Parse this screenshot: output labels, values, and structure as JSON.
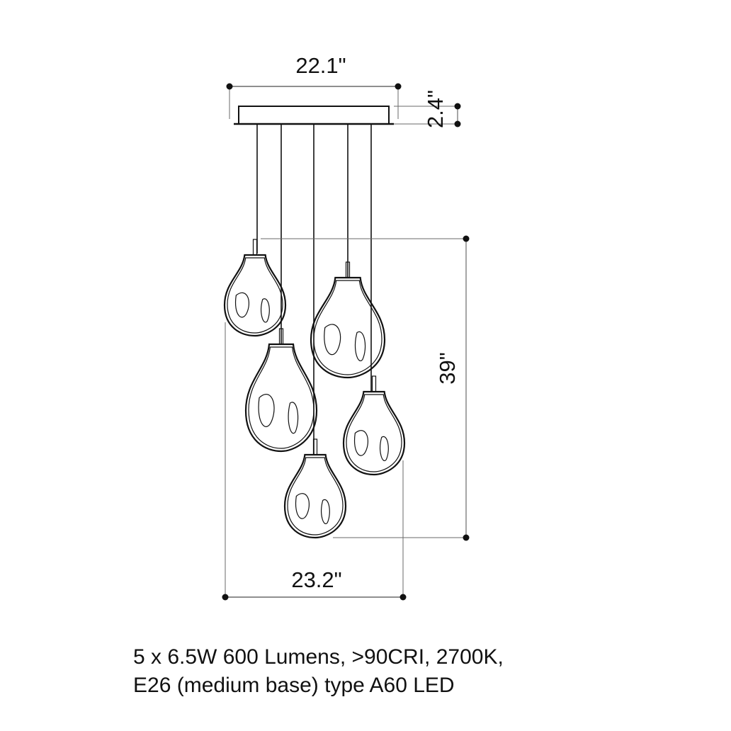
{
  "dimensions": {
    "canopy_width": "22.1\"",
    "canopy_height": "2.4\"",
    "drop_height": "39\"",
    "overall_width": "23.2\""
  },
  "specs": {
    "line1": "5 x 6.5W 600 Lumens, >90CRI, 2700K,",
    "line2": "E26 (medium base) type A60 LED"
  },
  "colors": {
    "line": "#111111",
    "dim_line": "#6a6a6a",
    "background": "#ffffff"
  }
}
